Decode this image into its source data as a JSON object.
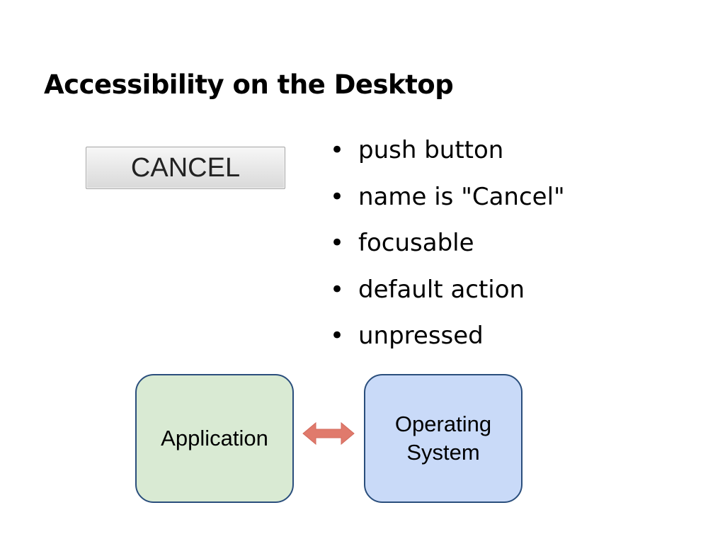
{
  "slide": {
    "title": "Accessibility on the Desktop"
  },
  "example_button": {
    "label": "CANCEL"
  },
  "properties": [
    "push button",
    "name is \"Cancel\"",
    "focusable",
    "default action",
    "unpressed"
  ],
  "bullet_glyph": "•",
  "diagram": {
    "left_box": {
      "label": "Application",
      "fill": "#d9ead3"
    },
    "right_box": {
      "label": "Operating\nSystem",
      "fill": "#c9daf8"
    },
    "arrow": {
      "type": "double-headed",
      "color": "#e07a6c",
      "icon": "left-right-arrow-icon"
    },
    "border_color": "#2a4e7c"
  }
}
